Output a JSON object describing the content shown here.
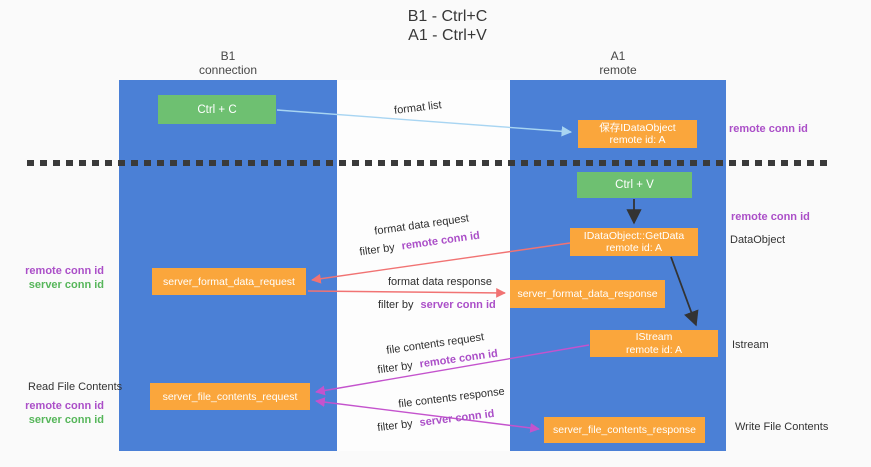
{
  "title": {
    "line1": "B1 - Ctrl+C",
    "line2": "A1 - Ctrl+V"
  },
  "lifelines": {
    "b1": {
      "name": "B1",
      "role": "connection"
    },
    "a1": {
      "name": "A1",
      "role": "remote"
    }
  },
  "nodes": {
    "ctrl_c": {
      "label": "Ctrl + C"
    },
    "save_idataobject": {
      "line1": "保存IDataObject",
      "line2": "remote id: A"
    },
    "ctrl_v": {
      "label": "Ctrl + V"
    },
    "idataobject_getdata": {
      "line1": "IDataObject::GetData",
      "line2": "remote id: A"
    },
    "server_format_data_request": {
      "label": "server_format_data_request"
    },
    "server_format_data_response": {
      "label": "server_format_data_response"
    },
    "istream": {
      "line1": "IStream",
      "line2": "remote id: A"
    },
    "server_file_contents_request": {
      "label": "server_file_contents_request"
    },
    "server_file_contents_response": {
      "label": "server_file_contents_response"
    }
  },
  "arrow_labels": {
    "format_list": "format list",
    "format_data_request": "format data request",
    "format_data_response": "format data response",
    "file_contents_request": "file contents request",
    "file_contents_response": "file contents response",
    "filter_by": "filter by",
    "remote_conn_id": "remote conn id",
    "server_conn_id": "server conn id"
  },
  "annotations": {
    "right": {
      "remote_conn_id_top": "remote conn id",
      "remote_conn_id_mid": "remote conn id",
      "dataobject": "DataObject",
      "istream": "Istream",
      "write_file_contents": "Write File Contents"
    },
    "left": {
      "remote_conn_id_mid": "remote conn id",
      "server_conn_id_mid": "server conn id",
      "read_file_contents": "Read File Contents",
      "remote_conn_id_bottom": "remote conn id",
      "server_conn_id_bottom": "server conn id"
    }
  },
  "colors": {
    "lifeline_blue": "#4b80d6",
    "node_orange": "#faa63c",
    "node_green": "#6ec071",
    "arrow_light_blue": "#a8d5f2",
    "arrow_red": "#f17373",
    "arrow_magenta": "#c453cd",
    "arrow_black": "#333333",
    "text_purple": "#ab4fc8",
    "text_green": "#56b65a",
    "text_dark": "#333333"
  }
}
